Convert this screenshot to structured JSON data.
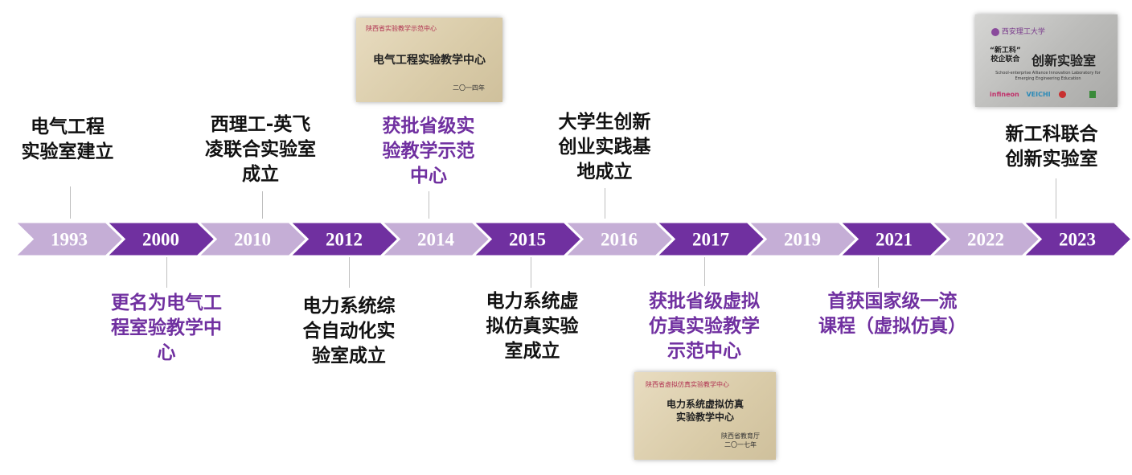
{
  "colors": {
    "dark": "#7030a0",
    "light": "#c5aed6",
    "text_highlight": "#7030a0"
  },
  "years": [
    {
      "year": "1993",
      "shade": "light"
    },
    {
      "year": "2000",
      "shade": "dark"
    },
    {
      "year": "2010",
      "shade": "light"
    },
    {
      "year": "2012",
      "shade": "dark"
    },
    {
      "year": "2014",
      "shade": "light"
    },
    {
      "year": "2015",
      "shade": "dark"
    },
    {
      "year": "2016",
      "shade": "light"
    },
    {
      "year": "2017",
      "shade": "dark"
    },
    {
      "year": "2019",
      "shade": "light"
    },
    {
      "year": "2021",
      "shade": "dark"
    },
    {
      "year": "2022",
      "shade": "light"
    },
    {
      "year": "2023",
      "shade": "dark"
    }
  ],
  "events": {
    "e1993": [
      "电气工程",
      "实验室建立"
    ],
    "e2000": [
      "更名为电气工",
      "程室验教学中",
      "心"
    ],
    "e2010": [
      "西理工-英飞",
      "凌联合实验室",
      "成立"
    ],
    "e2012": [
      "电力系统综",
      "合自动化实",
      "验室成立"
    ],
    "e2014": [
      "获批省级实",
      "验教学示范",
      "中心"
    ],
    "e2015": [
      "电力系统虚",
      "拟仿真实验",
      "室成立"
    ],
    "e2016": [
      "大学生创新",
      "创业实践基",
      "地成立"
    ],
    "e2017": [
      "获批省级虚拟",
      "仿真实验教学",
      "示范中心"
    ],
    "e2021": [
      "首获国家级一流",
      "课程（虚拟仿真）"
    ],
    "e2023": [
      "新工科联合",
      "创新实验室"
    ]
  },
  "plaques": {
    "p2014": {
      "top": "陕西省实验教学示范中心",
      "main": "电气工程实验教学中心",
      "date": "二〇一四年"
    },
    "p2017": {
      "top": "陕西省虚拟仿真实验教学中心",
      "main1": "电力系统虚拟仿真",
      "main2": "实验教学中心",
      "issuer": "陕西省教育厅",
      "date": "二〇一七年"
    },
    "p2023": {
      "logo": "西安理工大学",
      "quote": "“新工科”",
      "sub": "校企联合",
      "main": "创新实验室",
      "english": "School-enterprise Alliance Innovation Laboratory for Emerging Engineering Education",
      "brands": [
        "infineon",
        "VEICHI"
      ]
    }
  }
}
